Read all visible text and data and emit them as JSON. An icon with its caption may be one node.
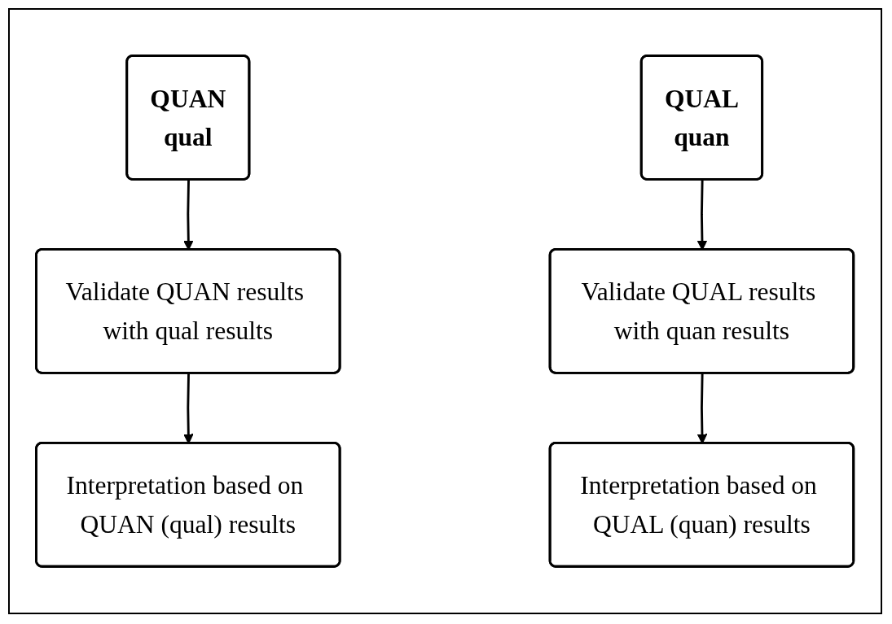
{
  "diagram": {
    "nodes": [
      {
        "text": [
          "QUAN",
          "qual"
        ]
      },
      {
        "text": [
          "Validate QUAN results with qual results"
        ]
      },
      {
        "text": [
          "Interpretation based on QUAN (qual) results"
        ]
      },
      {
        "text": [
          "QUAL",
          "quan"
        ]
      },
      {
        "text": [
          "Validate QUAL results with quan results"
        ]
      },
      {
        "text": [
          "Interpretation based on QUAL (quan) results"
        ]
      }
    ],
    "edges": [
      {
        "from": 0,
        "to": 1,
        "arrow": "to"
      },
      {
        "from": 1,
        "to": 2,
        "arrow": "to"
      },
      {
        "from": 3,
        "to": 4,
        "arrow": "to"
      },
      {
        "from": 4,
        "to": 5,
        "arrow": "to"
      }
    ]
  }
}
